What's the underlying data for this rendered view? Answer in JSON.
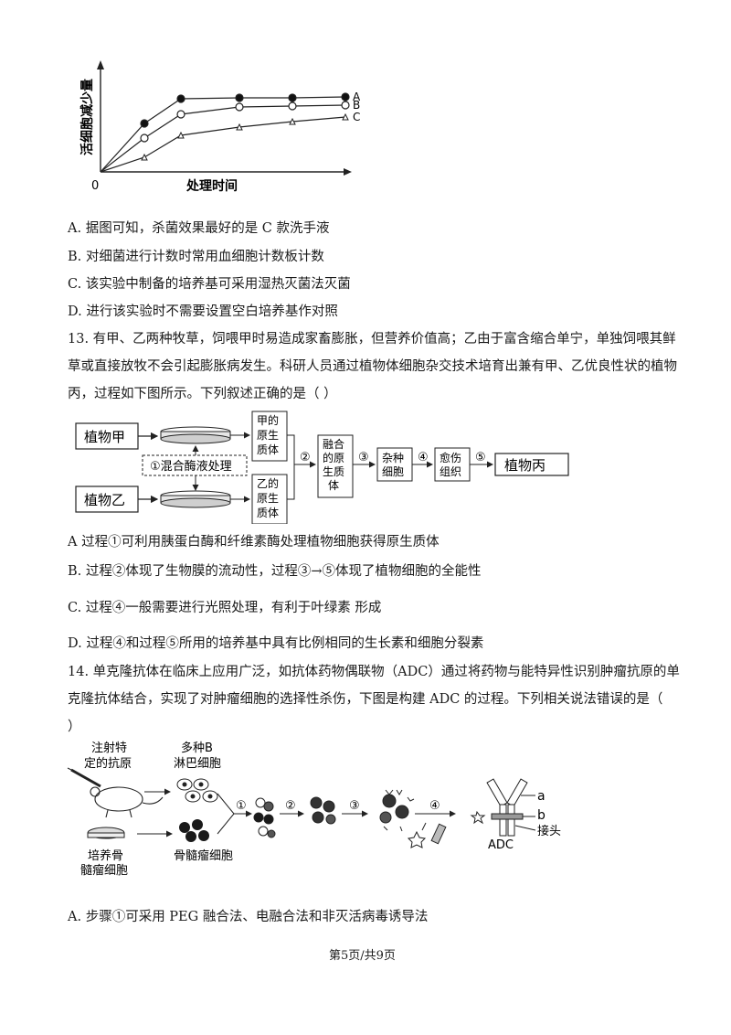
{
  "chart_data": {
    "type": "line",
    "ylabel": "活细胞减少量",
    "xlabel": "处理时间",
    "origin_label": "0",
    "x": [
      0,
      1,
      2,
      3,
      4,
      5
    ],
    "series": [
      {
        "name": "A",
        "marker": "filled-circle",
        "values": [
          0,
          0.53,
          0.8,
          0.81,
          0.81,
          0.82
        ]
      },
      {
        "name": "B",
        "marker": "open-circle",
        "values": [
          0,
          0.37,
          0.63,
          0.71,
          0.72,
          0.73
        ]
      },
      {
        "name": "C",
        "marker": "triangle",
        "values": [
          0,
          0.16,
          0.4,
          0.49,
          0.55,
          0.6
        ]
      }
    ],
    "grid": false
  },
  "q12": {
    "options": [
      "A. 据图可知，杀菌效果最好的是 C 款洗手液",
      "B. 对细菌进行计数时常用血细胞计数板计数",
      "C. 该实验中制备的培养基可采用湿热灭菌法灭菌",
      "D. 进行该实验时不需要设置空白培养基作对照"
    ]
  },
  "q13": {
    "stem_1": "13. 有甲、乙两种牧草，饲喂甲时易造成家畜膨胀，但营养价值高；乙由于富含缩合单宁，单独饲喂其鲜",
    "stem_2": "草或直接放牧不会引起膨胀病发生。科研人员通过植物体细胞杂交技术培育出兼有甲、乙优良性状的植物",
    "stem_3": "丙，过程如下图所示。下列叙述正确的是（     ）",
    "diagram": {
      "plant_a": "植物甲",
      "plant_b": "植物乙",
      "enzyme": "①混合酶液处理",
      "proto_a": [
        "甲的",
        "原生",
        "质体"
      ],
      "proto_b": [
        "乙的",
        "原生",
        "质体"
      ],
      "fused": [
        "融合",
        "的原",
        "生质",
        "体"
      ],
      "hybrid": [
        "杂种",
        "细胞"
      ],
      "callus": [
        "愈伤",
        "组织"
      ],
      "plant_c": "植物丙",
      "step2": "②",
      "step3": "③",
      "step4": "④",
      "step5": "⑤"
    },
    "options": [
      "A  过程①可利用胰蛋白酶和纤维素酶处理植物细胞获得原生质体",
      "B. 过程②体现了生物膜的流动性，过程③→⑤体现了植物细胞的全能性",
      "C. 过程④一般需要进行光照处理，有利于叶绿素    形成",
      "D. 过程④和过程⑤所用的培养基中具有比例相同的生长素和细胞分裂素"
    ]
  },
  "q14": {
    "stem_1": "14. 单克隆抗体在临床上应用广泛，如抗体药物偶联物（ADC）通过将药物与能特异性识别肿瘤抗原的单",
    "stem_2": "克隆抗体结合，实现了对肿瘤细胞的选择性杀伤，下图是构建 ADC 的过程。下列相关说法错误的是（",
    "stem_3": "）",
    "diagram": {
      "inject": [
        "注射特",
        "定的抗原"
      ],
      "bcell": [
        "多种B",
        "淋巴细胞"
      ],
      "culture": [
        "培养骨",
        "髓瘤细胞"
      ],
      "myeloma": "骨髓瘤细胞",
      "step1": "①",
      "step2": "②",
      "step3": "③",
      "step4": "④",
      "label_a": "a",
      "label_b": "b",
      "joint": "接头",
      "adc": "ADC"
    },
    "options": [
      "A. 步骤①可采用 PEG 融合法、电融合法和非灭活病毒诱导法"
    ]
  },
  "footer": {
    "page": "第5页/共9页"
  }
}
